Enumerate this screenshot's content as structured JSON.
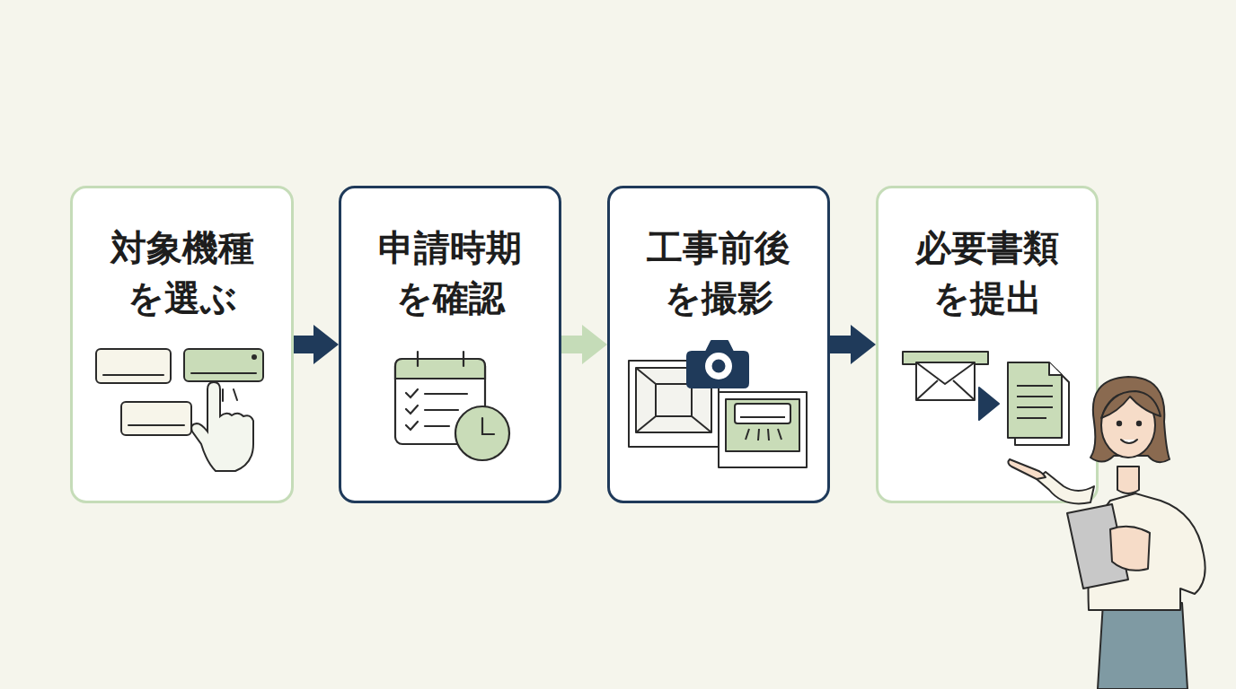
{
  "diagram": {
    "nodes": [
      {
        "text": [
          "対象機種 を選ぶ"
        ]
      },
      {
        "text": [
          "申請時期 を確認"
        ]
      },
      {
        "text": [
          "工事前後 を撮影"
        ]
      },
      {
        "text": [
          "必要書類 を提出"
        ]
      }
    ],
    "edges": [
      {
        "from": 0,
        "to": 1,
        "arrow": "to"
      },
      {
        "from": 1,
        "to": 2,
        "arrow": "to"
      },
      {
        "from": 2,
        "to": 3,
        "arrow": "to"
      }
    ]
  }
}
